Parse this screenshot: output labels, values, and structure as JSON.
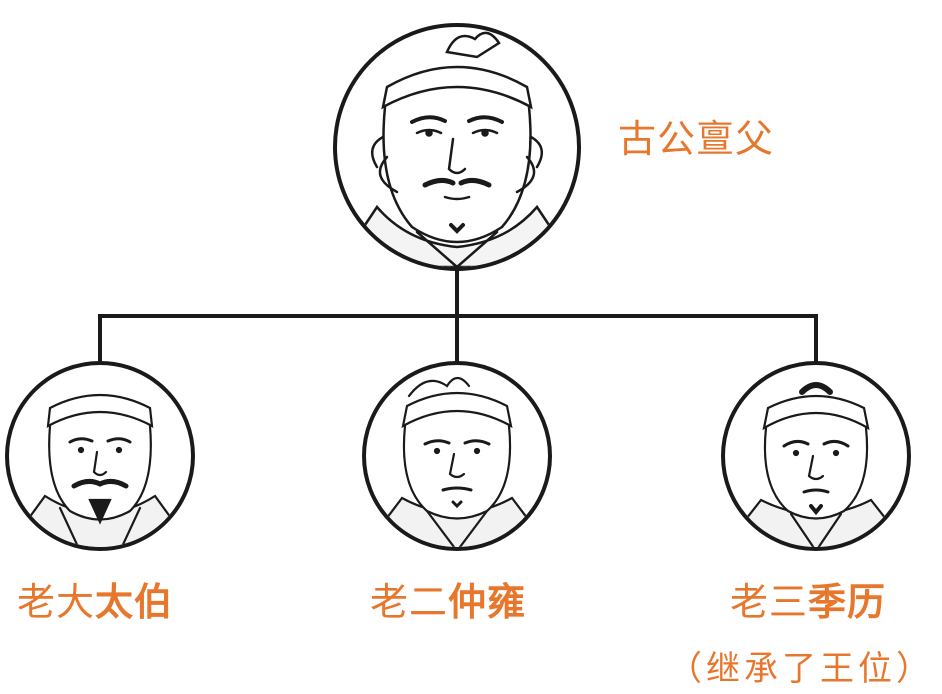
{
  "colors": {
    "accent": "#e8772e",
    "line": "#1a1a1a",
    "background": "#ffffff"
  },
  "root": {
    "name": "古公亶父",
    "icon": "portrait-elder-icon"
  },
  "children": [
    {
      "rank": "老大",
      "name": "太伯",
      "icon": "portrait-eldest-son-icon"
    },
    {
      "rank": "老二",
      "name": "仲雍",
      "icon": "portrait-second-son-icon"
    },
    {
      "rank": "老三",
      "name": "季历",
      "icon": "portrait-third-son-icon",
      "note": "（继承了王位）"
    }
  ]
}
